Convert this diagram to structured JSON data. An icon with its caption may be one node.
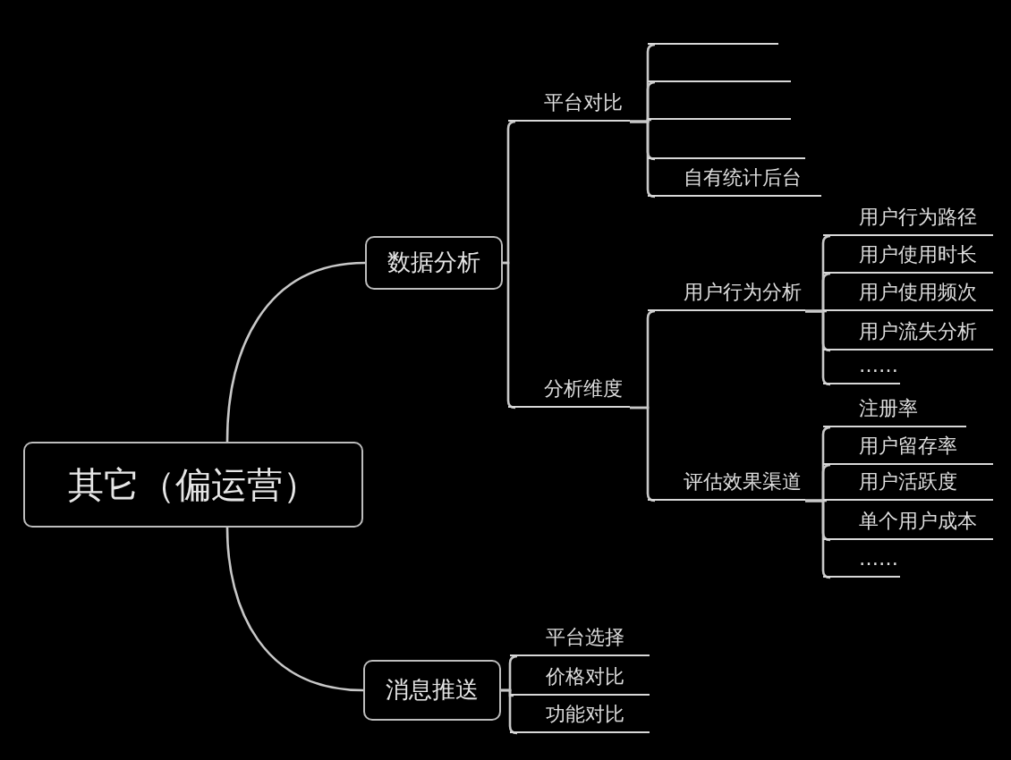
{
  "diagram": {
    "nodes": [
      {
        "text": [
          "其它（偏运营）"
        ]
      },
      {
        "text": [
          "数据分析"
        ]
      },
      {
        "text": [
          "平台对比"
        ]
      },
      {
        "text": [],
        "shape": "line"
      },
      {
        "text": [],
        "shape": "line"
      },
      {
        "text": [],
        "shape": "line"
      },
      {
        "text": [],
        "shape": "line"
      },
      {
        "text": [
          "自有统计后台"
        ]
      },
      {
        "text": [
          "分析维度"
        ]
      },
      {
        "text": [
          "用户行为分析"
        ]
      },
      {
        "text": [
          "用户行为路径"
        ]
      },
      {
        "text": [
          "用户使用时长"
        ]
      },
      {
        "text": [
          "用户使用频次"
        ]
      },
      {
        "text": [
          "用户流失分析"
        ]
      },
      {
        "text": [
          "……"
        ]
      },
      {
        "text": [
          "评估效果渠道"
        ]
      },
      {
        "text": [
          "注册率"
        ]
      },
      {
        "text": [
          "用户留存率"
        ]
      },
      {
        "text": [
          "用户活跃度"
        ]
      },
      {
        "text": [
          "单个用户成本"
        ]
      },
      {
        "text": [
          "……"
        ]
      },
      {
        "text": [
          "消息推送"
        ]
      },
      {
        "text": [
          "平台选择"
        ]
      },
      {
        "text": [
          "价格对比"
        ]
      },
      {
        "text": [
          "功能对比"
        ]
      }
    ],
    "edges": [
      {
        "from": 0,
        "to": 1,
        "arrow": "none"
      },
      {
        "from": 0,
        "to": 21,
        "arrow": "none"
      },
      {
        "from": 1,
        "to": 2,
        "arrow": "none"
      },
      {
        "from": 1,
        "to": 8,
        "arrow": "none"
      },
      {
        "from": 2,
        "to": 3,
        "arrow": "none"
      },
      {
        "from": 2,
        "to": 4,
        "arrow": "none"
      },
      {
        "from": 2,
        "to": 5,
        "arrow": "none"
      },
      {
        "from": 2,
        "to": 6,
        "arrow": "none"
      },
      {
        "from": 2,
        "to": 7,
        "arrow": "none"
      },
      {
        "from": 8,
        "to": 9,
        "arrow": "none"
      },
      {
        "from": 8,
        "to": 15,
        "arrow": "none"
      },
      {
        "from": 9,
        "to": 10,
        "arrow": "none"
      },
      {
        "from": 9,
        "to": 11,
        "arrow": "none"
      },
      {
        "from": 9,
        "to": 12,
        "arrow": "none"
      },
      {
        "from": 9,
        "to": 13,
        "arrow": "none"
      },
      {
        "from": 9,
        "to": 14,
        "arrow": "none"
      },
      {
        "from": 15,
        "to": 16,
        "arrow": "none"
      },
      {
        "from": 15,
        "to": 17,
        "arrow": "none"
      },
      {
        "from": 15,
        "to": 18,
        "arrow": "none"
      },
      {
        "from": 15,
        "to": 19,
        "arrow": "none"
      },
      {
        "from": 15,
        "to": 20,
        "arrow": "none"
      },
      {
        "from": 21,
        "to": 22,
        "arrow": "none"
      },
      {
        "from": 21,
        "to": 23,
        "arrow": "none"
      },
      {
        "from": 21,
        "to": 24,
        "arrow": "none"
      }
    ]
  }
}
